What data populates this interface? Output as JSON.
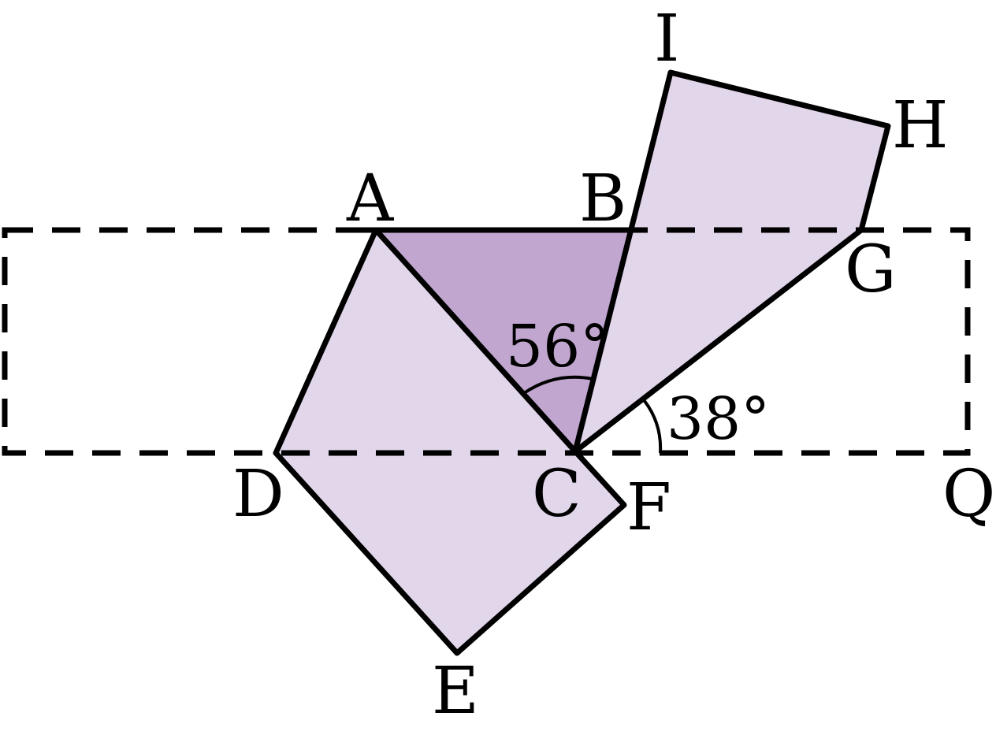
{
  "colors": {
    "light_fill": "#e2d6ea",
    "dark_fill": "#c1a7cf",
    "stroke": "#000000"
  },
  "points": {
    "A": "A",
    "B": "B",
    "C": "C",
    "D": "D",
    "E": "E",
    "F": "F",
    "G": "G",
    "H": "H",
    "I": "I",
    "Q": "Q"
  },
  "angles": {
    "acb": "56°",
    "gcq": "38°"
  }
}
